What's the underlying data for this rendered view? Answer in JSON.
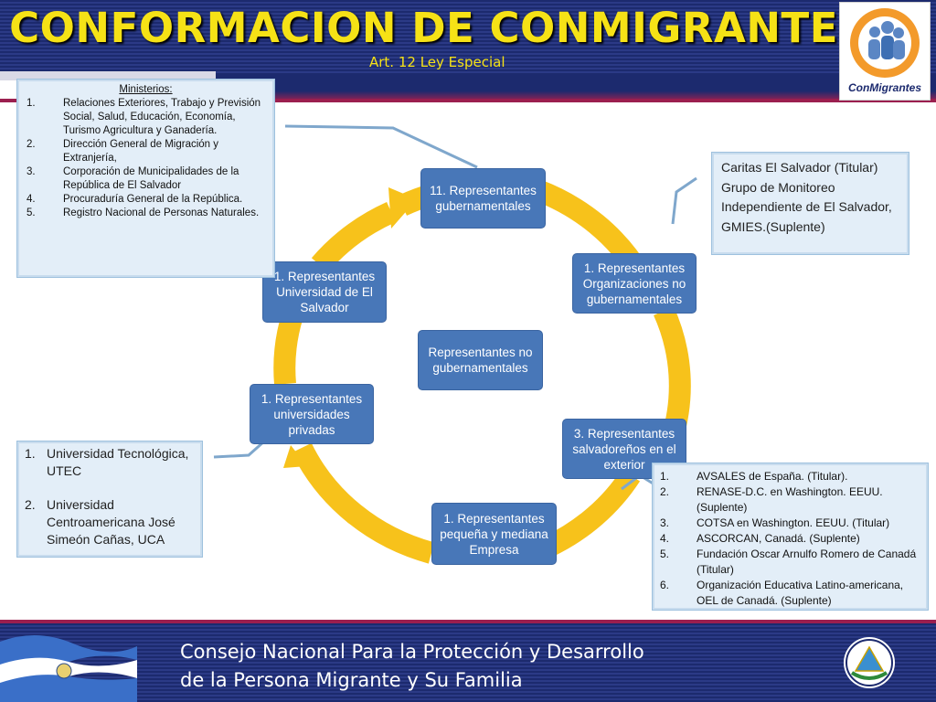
{
  "header": {
    "title": "CONFORMACION DE CONMIGRANTES",
    "subtitle": "Art. 12 Ley Especial",
    "logo_text": "ConMigrantes"
  },
  "cycle": {
    "center": "Representantes no gubernamentales",
    "nodes": [
      "11. Representantes gubernamentales",
      "1. Representantes Organizaciones no gubernamentales",
      "3. Representantes salvadoreños en el exterior",
      "1. Representantes pequeña y mediana Empresa",
      "1. Representantes universidades privadas",
      "1. Representantes Universidad de El Salvador"
    ]
  },
  "ministerios": {
    "heading": "Ministerios:",
    "items": [
      {
        "n": "1.",
        "t": "Relaciones Exteriores, Trabajo y Previsión Social, Salud, Educación,  Economía, Turismo Agricultura y Ganadería."
      },
      {
        "n": "2.",
        "t": "Dirección General de Migración y Extranjería,"
      },
      {
        "n": "3.",
        "t": "Corporación de Municipalidades de la República de El Salvador"
      },
      {
        "n": "4.",
        "t": "Procuraduría General de la República."
      },
      {
        "n": "5.",
        "t": "Registro Nacional de Personas Naturales."
      }
    ]
  },
  "caritas": {
    "lines": [
      "Caritas El Salvador (Titular)",
      "Grupo de Monitoreo Independiente de El Salvador, GMIES.(Suplente)"
    ]
  },
  "universidades": {
    "items": [
      {
        "n": "1.",
        "t": "Universidad Tecnológica, UTEC"
      },
      {
        "n": "2.",
        "t": "Universidad Centroamericana José Simeón Cañas, UCA"
      }
    ]
  },
  "exterior": {
    "items": [
      {
        "n": "1.",
        "t": "AVSALES de España.  (Titular)."
      },
      {
        "n": "2.",
        "t": "RENASE-D.C. en Washington. EEUU. (Suplente)"
      },
      {
        "n": "3.",
        "t": "COTSA en Washington. EEUU. (Titular)"
      },
      {
        "n": "4.",
        "t": "ASCORCAN, Canadá. (Suplente)"
      },
      {
        "n": "5.",
        "t": "Fundación Oscar Arnulfo Romero de Canadá  (Titular)"
      },
      {
        "n": "6.",
        "t": "Organización Educativa Latino-americana, OEL de Canadá. (Suplente)"
      }
    ]
  },
  "footer": {
    "line1": "Consejo Nacional Para la Protección y Desarrollo",
    "line2": "de la Persona Migrante y Su Familia"
  },
  "colors": {
    "node_blue": "#4877b8",
    "ring_yellow": "#f7c21b",
    "header_navy": "#1c2a6e",
    "title_yellow": "#f6e216",
    "accent_magenta": "#9b1f4f"
  }
}
